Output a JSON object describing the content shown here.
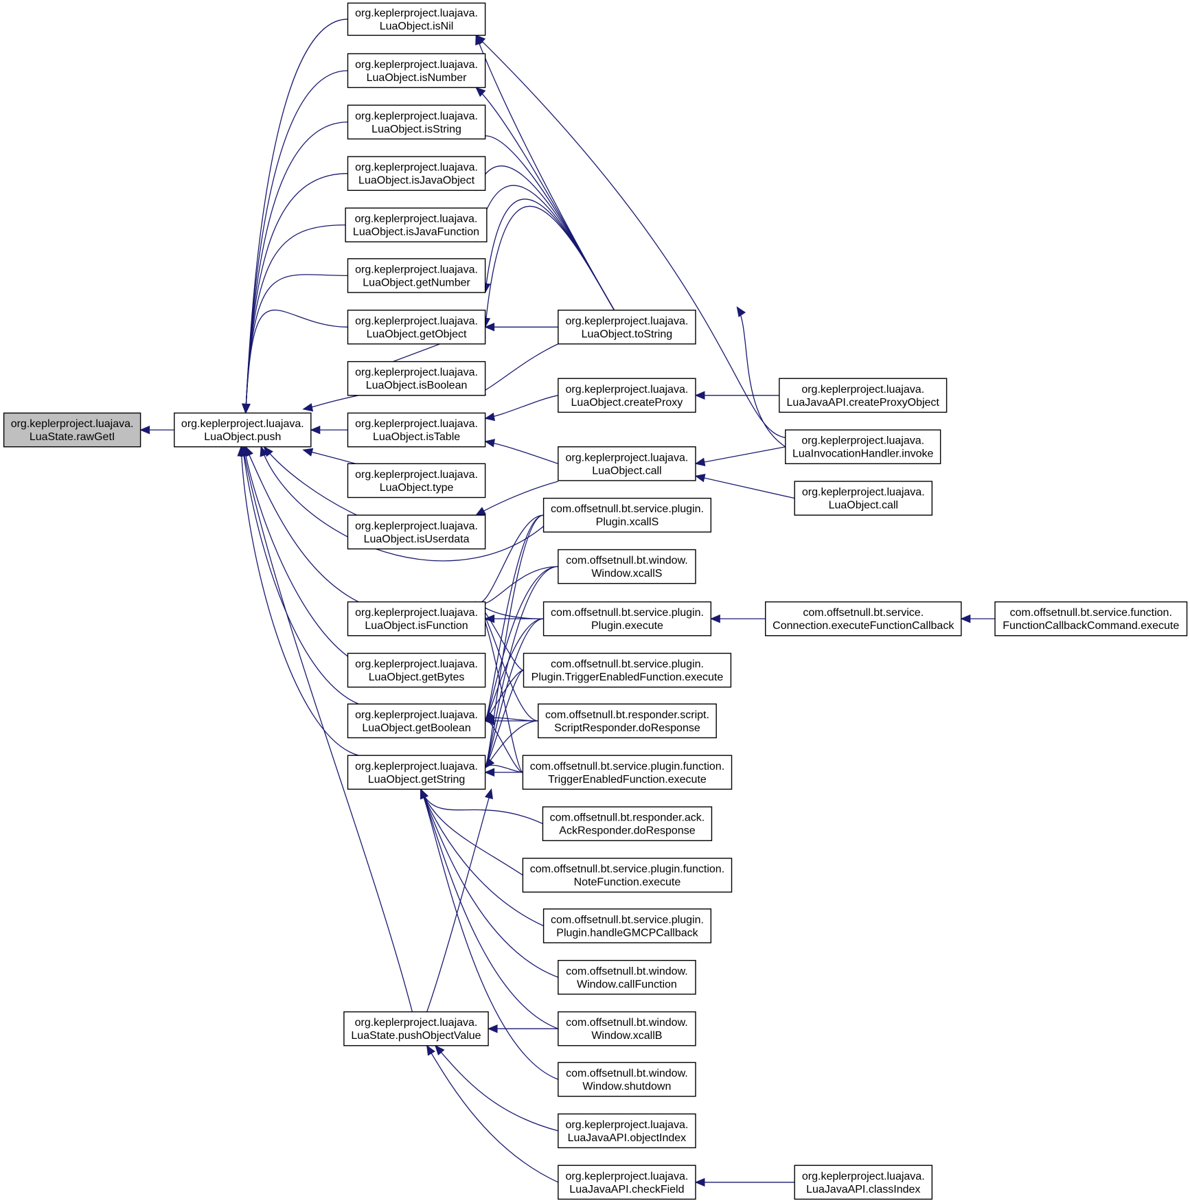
{
  "graph": {
    "nodes": [
      {
        "id": "rawGetI",
        "line1": "org.keplerproject.luajava.",
        "line2": "LuaState.rawGetI",
        "highlight": true
      },
      {
        "id": "push",
        "line1": "org.keplerproject.luajava.",
        "line2": "LuaObject.push"
      },
      {
        "id": "isNil",
        "line1": "org.keplerproject.luajava.",
        "line2": "LuaObject.isNil"
      },
      {
        "id": "isNumber",
        "line1": "org.keplerproject.luajava.",
        "line2": "LuaObject.isNumber"
      },
      {
        "id": "isString",
        "line1": "org.keplerproject.luajava.",
        "line2": "LuaObject.isString"
      },
      {
        "id": "isJavaObject",
        "line1": "org.keplerproject.luajava.",
        "line2": "LuaObject.isJavaObject"
      },
      {
        "id": "isJavaFunction",
        "line1": "org.keplerproject.luajava.",
        "line2": "LuaObject.isJavaFunction"
      },
      {
        "id": "getNumber",
        "line1": "org.keplerproject.luajava.",
        "line2": "LuaObject.getNumber"
      },
      {
        "id": "getObject",
        "line1": "org.keplerproject.luajava.",
        "line2": "LuaObject.getObject"
      },
      {
        "id": "isBoolean",
        "line1": "org.keplerproject.luajava.",
        "line2": "LuaObject.isBoolean"
      },
      {
        "id": "isTable",
        "line1": "org.keplerproject.luajava.",
        "line2": "LuaObject.isTable"
      },
      {
        "id": "type",
        "line1": "org.keplerproject.luajava.",
        "line2": "LuaObject.type"
      },
      {
        "id": "isUserdata",
        "line1": "org.keplerproject.luajava.",
        "line2": "LuaObject.isUserdata"
      },
      {
        "id": "isFunction",
        "line1": "org.keplerproject.luajava.",
        "line2": "LuaObject.isFunction"
      },
      {
        "id": "getBytes",
        "line1": "org.keplerproject.luajava.",
        "line2": "LuaObject.getBytes"
      },
      {
        "id": "getBoolean",
        "line1": "org.keplerproject.luajava.",
        "line2": "LuaObject.getBoolean"
      },
      {
        "id": "getString",
        "line1": "org.keplerproject.luajava.",
        "line2": "LuaObject.getString"
      },
      {
        "id": "pushObjectValue",
        "line1": "org.keplerproject.luajava.",
        "line2": "LuaState.pushObjectValue"
      },
      {
        "id": "toString",
        "line1": "org.keplerproject.luajava.",
        "line2": "LuaObject.toString"
      },
      {
        "id": "createProxy",
        "line1": "org.keplerproject.luajava.",
        "line2": "LuaObject.createProxy"
      },
      {
        "id": "call1",
        "line1": "org.keplerproject.luajava.",
        "line2": "LuaObject.call"
      },
      {
        "id": "pluginXcallS",
        "line1": "com.offsetnull.bt.service.plugin.",
        "line2": "Plugin.xcallS"
      },
      {
        "id": "windowXcallS",
        "line1": "com.offsetnull.bt.window.",
        "line2": "Window.xcallS"
      },
      {
        "id": "pluginExecute",
        "line1": "com.offsetnull.bt.service.plugin.",
        "line2": "Plugin.execute"
      },
      {
        "id": "pteExecute",
        "line1": "com.offsetnull.bt.service.plugin.",
        "line2": "Plugin.TriggerEnabledFunction.execute"
      },
      {
        "id": "scriptDoResponse",
        "line1": "com.offsetnull.bt.responder.script.",
        "line2": "ScriptResponder.doResponse"
      },
      {
        "id": "tefExecute",
        "line1": "com.offsetnull.bt.service.plugin.function.",
        "line2": "TriggerEnabledFunction.execute"
      },
      {
        "id": "ackDoResponse",
        "line1": "com.offsetnull.bt.responder.ack.",
        "line2": "AckResponder.doResponse"
      },
      {
        "id": "noteExecute",
        "line1": "com.offsetnull.bt.service.plugin.function.",
        "line2": "NoteFunction.execute"
      },
      {
        "id": "gmcp",
        "line1": "com.offsetnull.bt.service.plugin.",
        "line2": "Plugin.handleGMCPCallback"
      },
      {
        "id": "callFunction",
        "line1": "com.offsetnull.bt.window.",
        "line2": "Window.callFunction"
      },
      {
        "id": "xcallB",
        "line1": "com.offsetnull.bt.window.",
        "line2": "Window.xcallB"
      },
      {
        "id": "shutdown",
        "line1": "com.offsetnull.bt.window.",
        "line2": "Window.shutdown"
      },
      {
        "id": "objectIndex",
        "line1": "org.keplerproject.luajava.",
        "line2": "LuaJavaAPI.objectIndex"
      },
      {
        "id": "checkField",
        "line1": "org.keplerproject.luajava.",
        "line2": "LuaJavaAPI.checkField"
      },
      {
        "id": "createProxyObject",
        "line1": "org.keplerproject.luajava.",
        "line2": "LuaJavaAPI.createProxyObject"
      },
      {
        "id": "invoke",
        "line1": "org.keplerproject.luajava.",
        "line2": "LuaInvocationHandler.invoke"
      },
      {
        "id": "call2",
        "line1": "org.keplerproject.luajava.",
        "line2": "LuaObject.call"
      },
      {
        "id": "execFnCallback",
        "line1": "com.offsetnull.bt.service.",
        "line2": "Connection.executeFunctionCallback"
      },
      {
        "id": "fcbExecute",
        "line1": "com.offsetnull.bt.service.function.",
        "line2": "FunctionCallbackCommand.execute"
      },
      {
        "id": "classIndex",
        "line1": "org.keplerproject.luajava.",
        "line2": "LuaJavaAPI.classIndex"
      }
    ]
  }
}
